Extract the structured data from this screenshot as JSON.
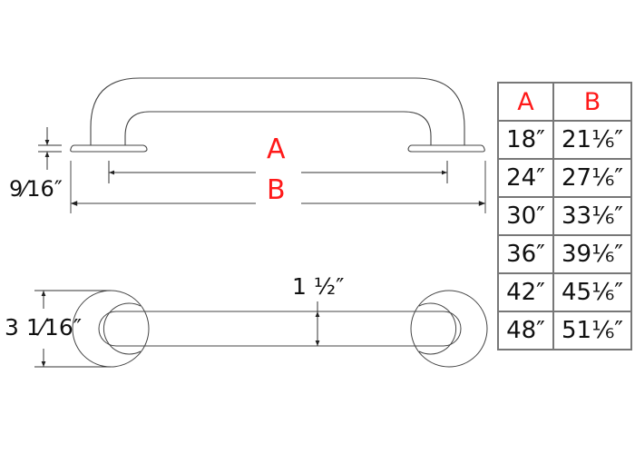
{
  "side_view": {
    "flange_thickness_label": "9⁄16″",
    "label_a": "A",
    "label_b": "B"
  },
  "top_view": {
    "flange_diameter_label": "3 1⁄16″",
    "tube_diameter_label": "1 ½″"
  },
  "size_table": {
    "headers": [
      "A",
      "B"
    ],
    "rows": [
      {
        "a": "18″",
        "b": "21⅙″"
      },
      {
        "a": "24″",
        "b": "27⅙″"
      },
      {
        "a": "30″",
        "b": "33⅙″"
      },
      {
        "a": "36″",
        "b": "39⅙″"
      },
      {
        "a": "42″",
        "b": "45⅙″"
      },
      {
        "a": "48″",
        "b": "51⅙″"
      }
    ]
  },
  "colors": {
    "label_red": "#ff1a1a",
    "line": "#333333",
    "table_border": "#777777"
  }
}
